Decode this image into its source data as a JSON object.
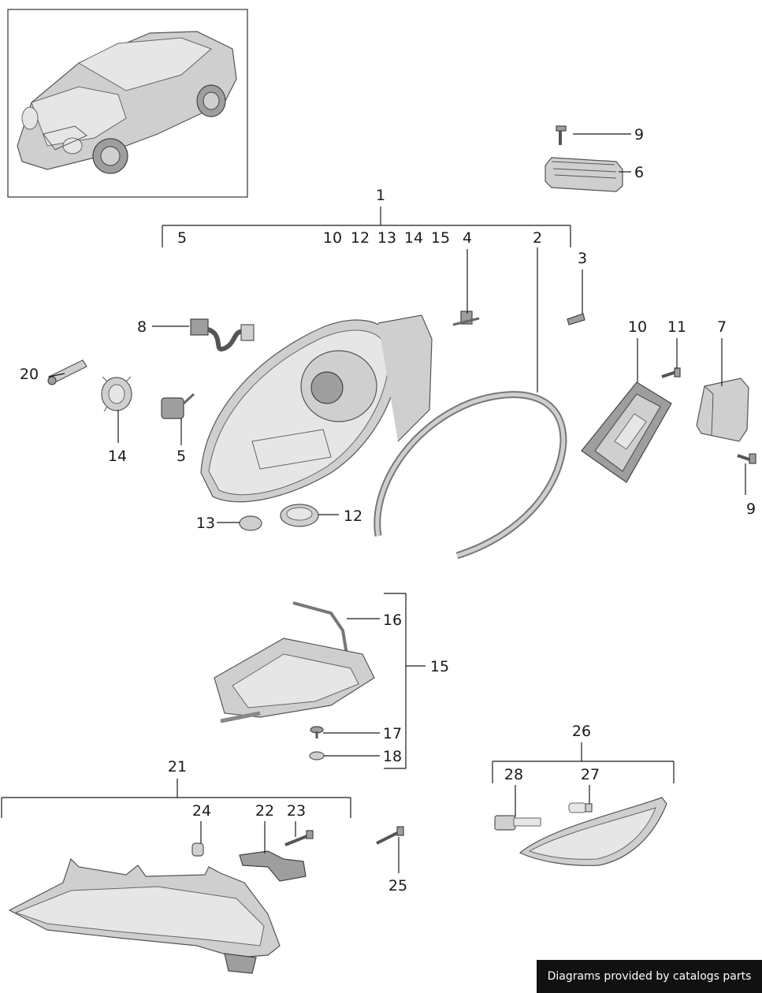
{
  "callouts": {
    "c1": "1",
    "c2": "2",
    "c3": "3",
    "c4": "4",
    "c5_top": "5",
    "c5": "5",
    "c6": "6",
    "c7": "7",
    "c8": "8",
    "c9_top": "9",
    "c9_right": "9",
    "c10_top": "10",
    "c10": "10",
    "c11": "11",
    "c12_top": "12",
    "c12": "12",
    "c13_top": "13",
    "c13": "13",
    "c14_top": "14",
    "c14": "14",
    "c15_top": "15",
    "c15": "15",
    "c16": "16",
    "c17": "17",
    "c18": "18",
    "c20": "20",
    "c21": "21",
    "c22": "22",
    "c23": "23",
    "c24": "24",
    "c25": "25",
    "c26": "26",
    "c27": "27",
    "c28": "28"
  },
  "footer": {
    "text": "Diagrams provided by catalogs parts"
  }
}
